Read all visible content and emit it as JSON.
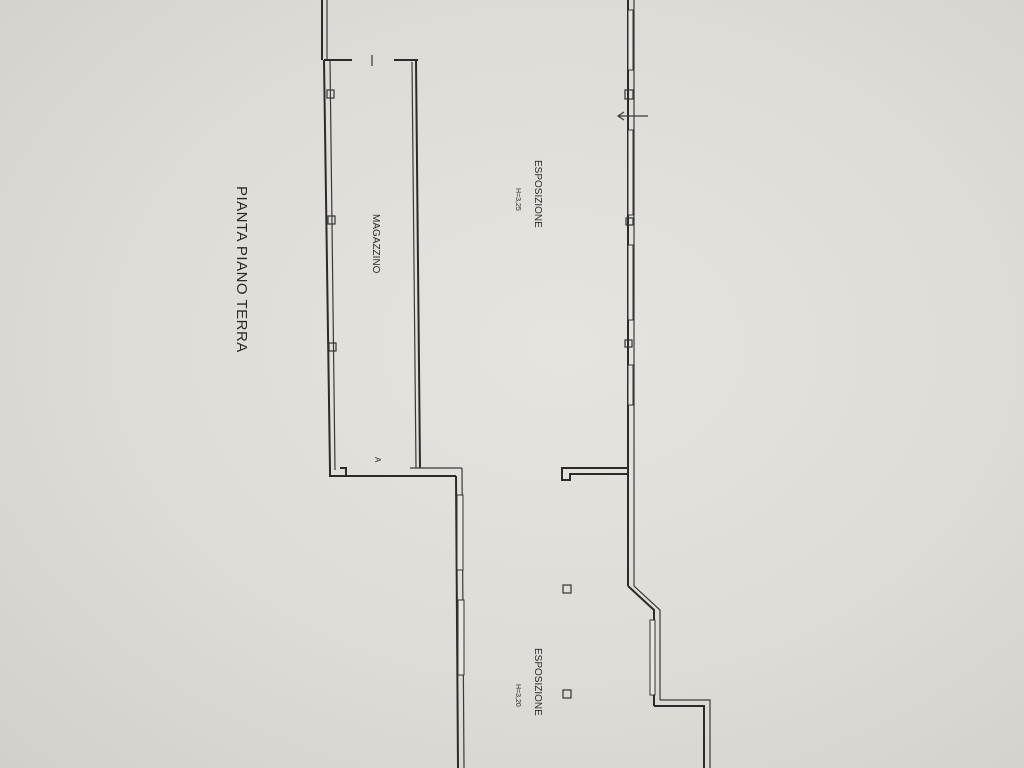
{
  "plan": {
    "title": "PIANTA PIANO TERRA",
    "rooms": [
      {
        "name": "MAGAZZINO",
        "height": ""
      },
      {
        "name": "ESPOSIZIONE",
        "height": "H=3,25"
      },
      {
        "name": "ESPOSIZIONE",
        "height": "H=3,20"
      }
    ],
    "marker": "A"
  }
}
